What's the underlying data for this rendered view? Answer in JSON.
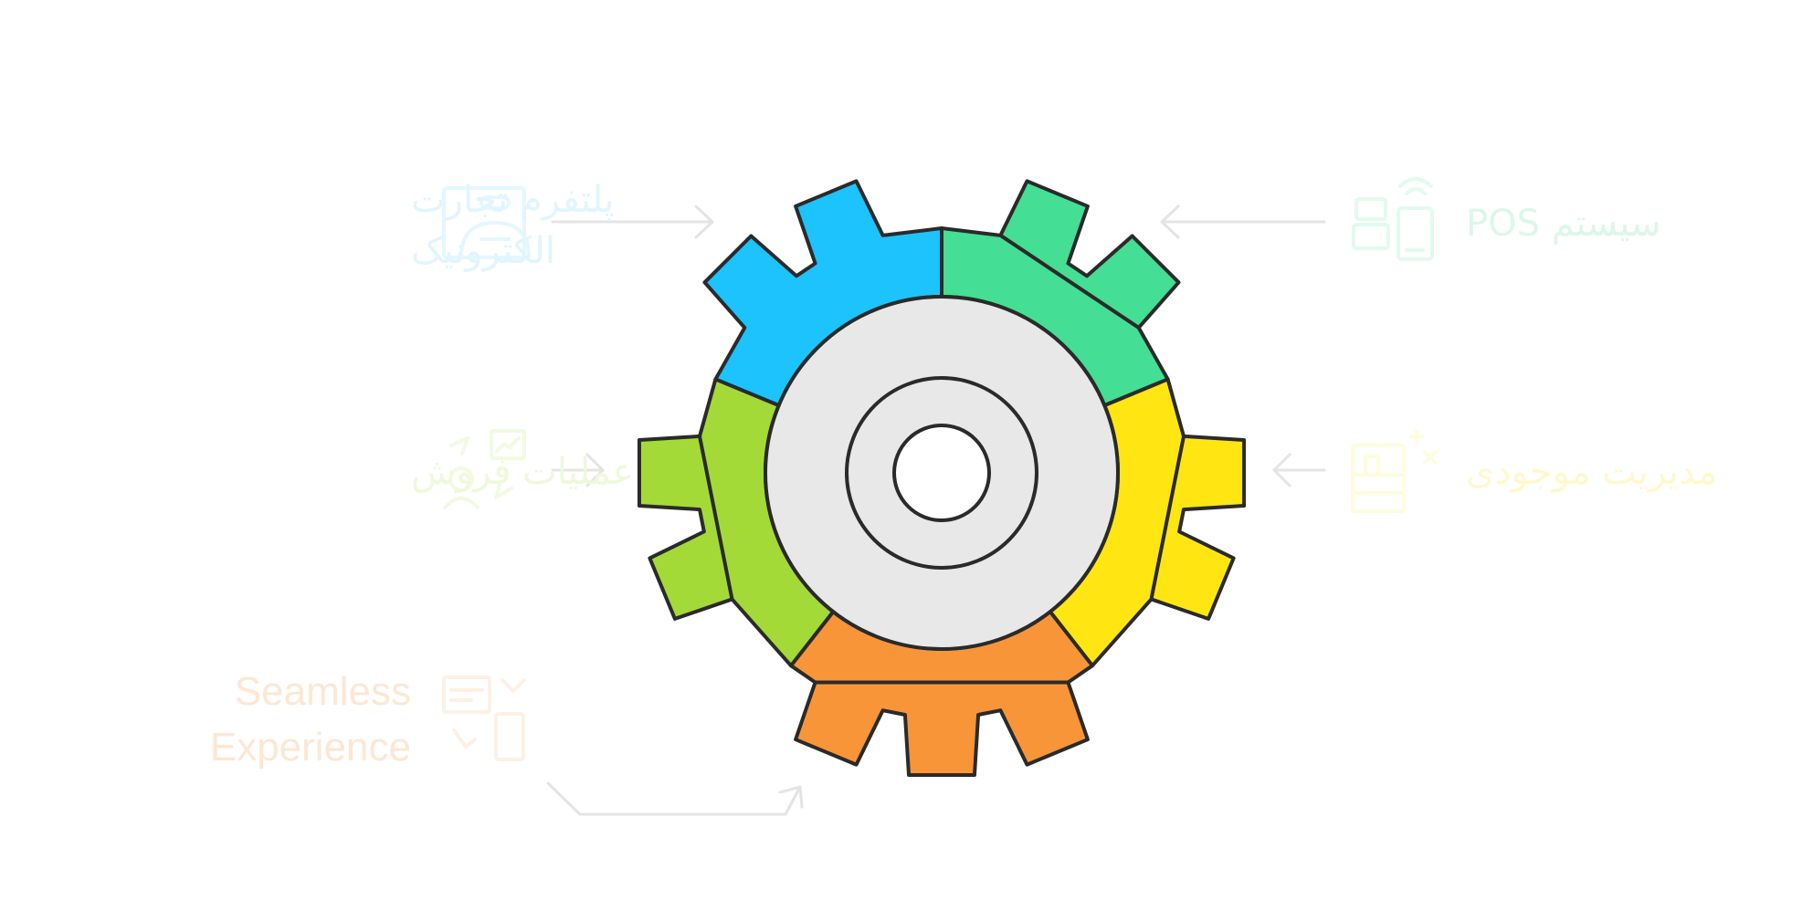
{
  "labels": {
    "ecommerce_line1": "پلتفرم تجارت",
    "ecommerce_line2": "الکترونیک",
    "sales": "عملیات فروش",
    "seamless_line1": "Seamless",
    "seamless_line2": "Experience",
    "pos": "POS سیستم",
    "inventory": "مدیریت موجودی"
  },
  "colors": {
    "blue": "#1cc3fc",
    "green": "#44de94",
    "yellow": "#ffe612",
    "orange": "#f89539",
    "lime": "#a4da37",
    "hub": "#e8e8e8",
    "outline": "#2a2a2a",
    "arrow": "#e6e6e6"
  },
  "icons": {
    "ecommerce": "online-shop-icon",
    "sales": "sales-analytics-icon",
    "seamless": "omnichannel-sync-icon",
    "pos": "pos-terminal-icon",
    "inventory": "inventory-shelf-icon"
  }
}
